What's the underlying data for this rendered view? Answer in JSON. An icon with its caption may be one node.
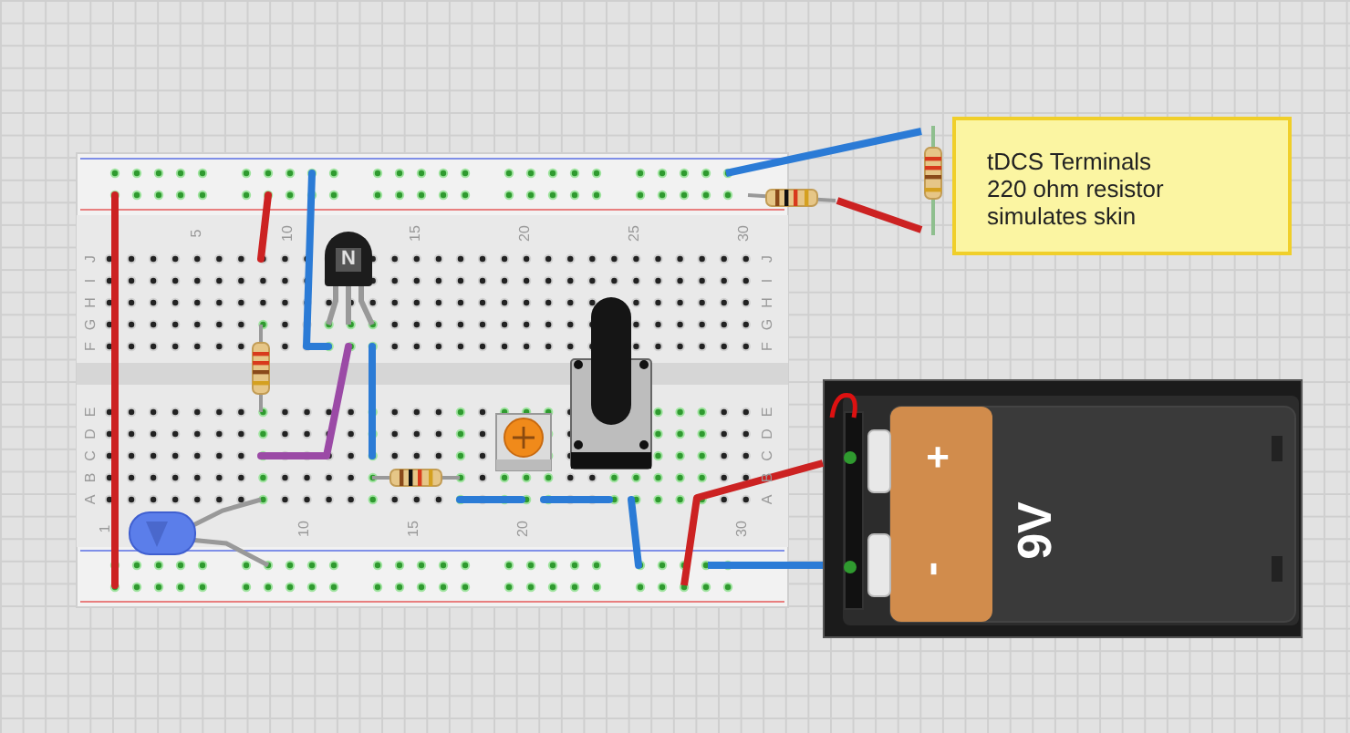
{
  "diagram": {
    "nodes": [
      {
        "text": [
          "N"
        ]
      },
      {
        "text": [],
        "shape": "resistor"
      },
      {
        "text": [
          "tDCS Terminals 220 ohm resistor simulates skin"
        ]
      },
      {
        "text": [
          "+",
          "-",
          "9V"
        ]
      }
    ],
    "edges": [
      {
        "from": null,
        "to": 1,
        "arrow": "none",
        "color": "#2b7bd6"
      },
      {
        "from": null,
        "to": 1,
        "arrow": "none",
        "color": "#cc2222"
      },
      {
        "from": null,
        "to": 3,
        "arrow": "none",
        "color": "#cc2222"
      },
      {
        "from": null,
        "to": 3,
        "arrow": "none",
        "color": "#2b7bd6"
      }
    ],
    "labels": [
      "5",
      "10",
      "15",
      "20",
      "25",
      "30",
      "J",
      "J",
      "I",
      "I",
      "H",
      "H",
      "G",
      "G",
      "F",
      "F",
      "E",
      "E",
      "D",
      "D",
      "C",
      "C",
      "B",
      "B",
      "A",
      "A",
      "1",
      "10",
      "15",
      "20",
      "30"
    ]
  }
}
